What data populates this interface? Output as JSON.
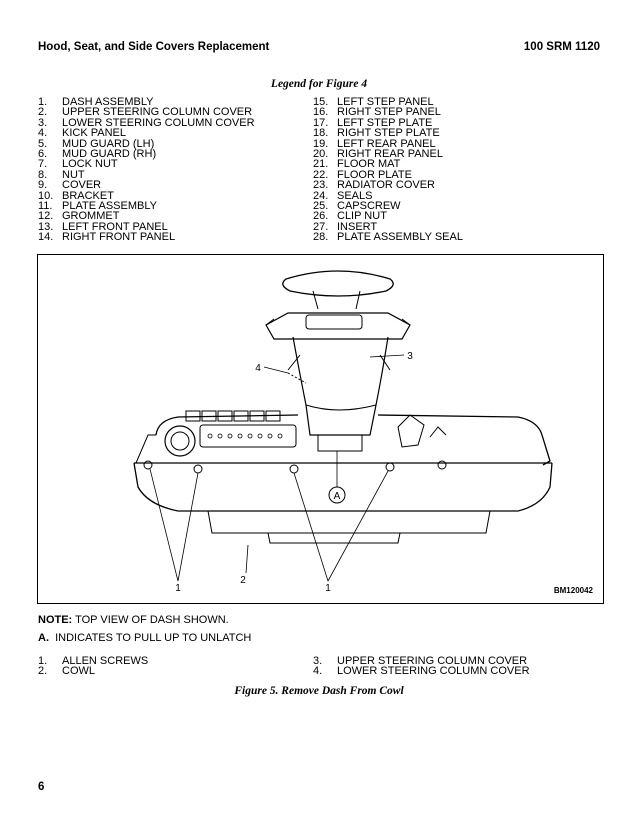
{
  "header": {
    "left": "Hood, Seat, and Side Covers Replacement",
    "right": "100 SRM 1120"
  },
  "legend": {
    "title": "Legend for Figure 4",
    "left": [
      {
        "n": "1.",
        "t": "DASH ASSEMBLY"
      },
      {
        "n": "2.",
        "t": "UPPER STEERING COLUMN COVER"
      },
      {
        "n": "3.",
        "t": "LOWER STEERING COLUMN COVER"
      },
      {
        "n": "4.",
        "t": "KICK PANEL"
      },
      {
        "n": "5.",
        "t": "MUD GUARD (LH)"
      },
      {
        "n": "6.",
        "t": "MUD GUARD (RH)"
      },
      {
        "n": "7.",
        "t": "LOCK NUT"
      },
      {
        "n": "8.",
        "t": "NUT"
      },
      {
        "n": "9.",
        "t": "COVER"
      },
      {
        "n": "10.",
        "t": "BRACKET"
      },
      {
        "n": "11.",
        "t": "PLATE ASSEMBLY"
      },
      {
        "n": "12.",
        "t": "GROMMET"
      },
      {
        "n": "13.",
        "t": "LEFT FRONT PANEL"
      },
      {
        "n": "14.",
        "t": "RIGHT FRONT PANEL"
      }
    ],
    "right": [
      {
        "n": "15.",
        "t": "LEFT STEP PANEL"
      },
      {
        "n": "16.",
        "t": "RIGHT STEP PANEL"
      },
      {
        "n": "17.",
        "t": "LEFT STEP PLATE"
      },
      {
        "n": "18.",
        "t": "RIGHT STEP PLATE"
      },
      {
        "n": "19.",
        "t": "LEFT REAR PANEL"
      },
      {
        "n": "20.",
        "t": "RIGHT REAR PANEL"
      },
      {
        "n": "21.",
        "t": "FLOOR MAT"
      },
      {
        "n": "22.",
        "t": "FLOOR PLATE"
      },
      {
        "n": "23.",
        "t": "RADIATOR COVER"
      },
      {
        "n": "24.",
        "t": "SEALS"
      },
      {
        "n": "25.",
        "t": "CAPSCREW"
      },
      {
        "n": "26.",
        "t": "CLIP NUT"
      },
      {
        "n": "27.",
        "t": "INSERT"
      },
      {
        "n": "28.",
        "t": "PLATE ASSEMBLY SEAL"
      }
    ]
  },
  "figure": {
    "id": "BM120042",
    "callouts": {
      "one": "1",
      "two": "2",
      "three": "3",
      "four": "4",
      "a": "A"
    }
  },
  "notes": {
    "note_label": "NOTE:",
    "note_text": " TOP VIEW OF DASH SHOWN.",
    "a_label": "A.",
    "a_text": "  INDICATES TO PULL UP TO UNLATCH"
  },
  "callout_legend": {
    "left": [
      {
        "n": "1.",
        "t": "ALLEN SCREWS"
      },
      {
        "n": "2.",
        "t": "COWL"
      }
    ],
    "right": [
      {
        "n": "3.",
        "t": "UPPER STEERING COLUMN COVER"
      },
      {
        "n": "4.",
        "t": "LOWER STEERING COLUMN COVER"
      }
    ]
  },
  "caption": "Figure 5.  Remove Dash From Cowl",
  "page_number": "6"
}
